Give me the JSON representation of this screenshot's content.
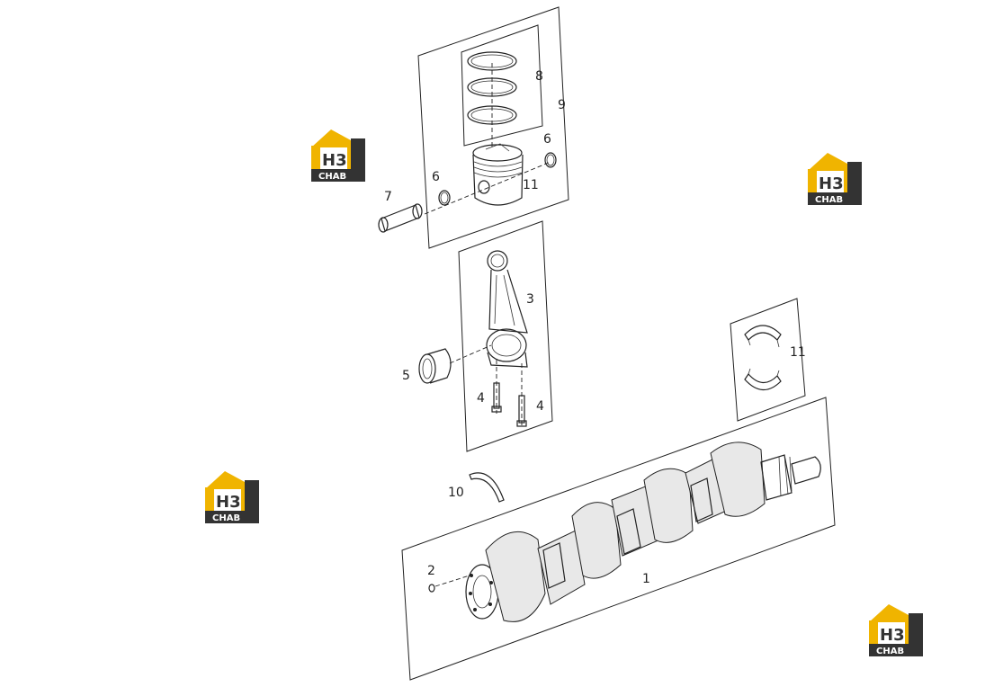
{
  "watermark": {
    "mark": "H3",
    "text": "CHAB",
    "colors": {
      "gold": "#f0b400",
      "dark": "#333333",
      "white": "#ffffff"
    }
  },
  "callouts": {
    "crankshaft": "1",
    "pin": "2",
    "connecting_rod": "3",
    "bolt_left": "4",
    "bolt_right": "4",
    "bushing": "5",
    "snap_ring_left": "6",
    "snap_ring_right": "6",
    "piston_pin": "7",
    "piston_rings": "8",
    "piston_assembly": "9",
    "thrust_washer": "10",
    "piston": "11",
    "main_bearing": "11"
  },
  "colors": {
    "line": "#222222",
    "background": "#ffffff"
  }
}
